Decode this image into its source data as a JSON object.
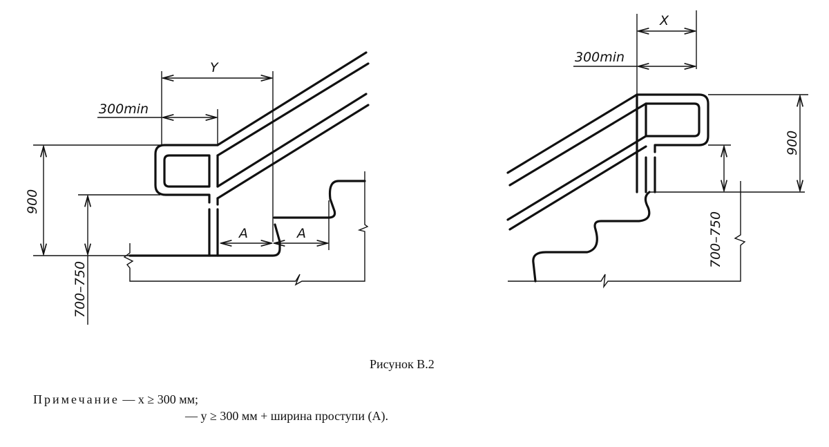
{
  "left_figure": {
    "dim_y": "Y",
    "dim_300min": "300min",
    "dim_900": "900",
    "dim_700_750": "700–750",
    "dim_a1": "A",
    "dim_a2": "A"
  },
  "right_figure": {
    "dim_x": "X",
    "dim_300min": "300min",
    "dim_900": "900",
    "dim_700_750": "700–750"
  },
  "caption": "Рисунок В.2",
  "note": {
    "label": "Примечание",
    "line1": " — x ≥ 300 мм;",
    "line2": "— y ≥ 300 мм + ширина проступи (A)."
  }
}
